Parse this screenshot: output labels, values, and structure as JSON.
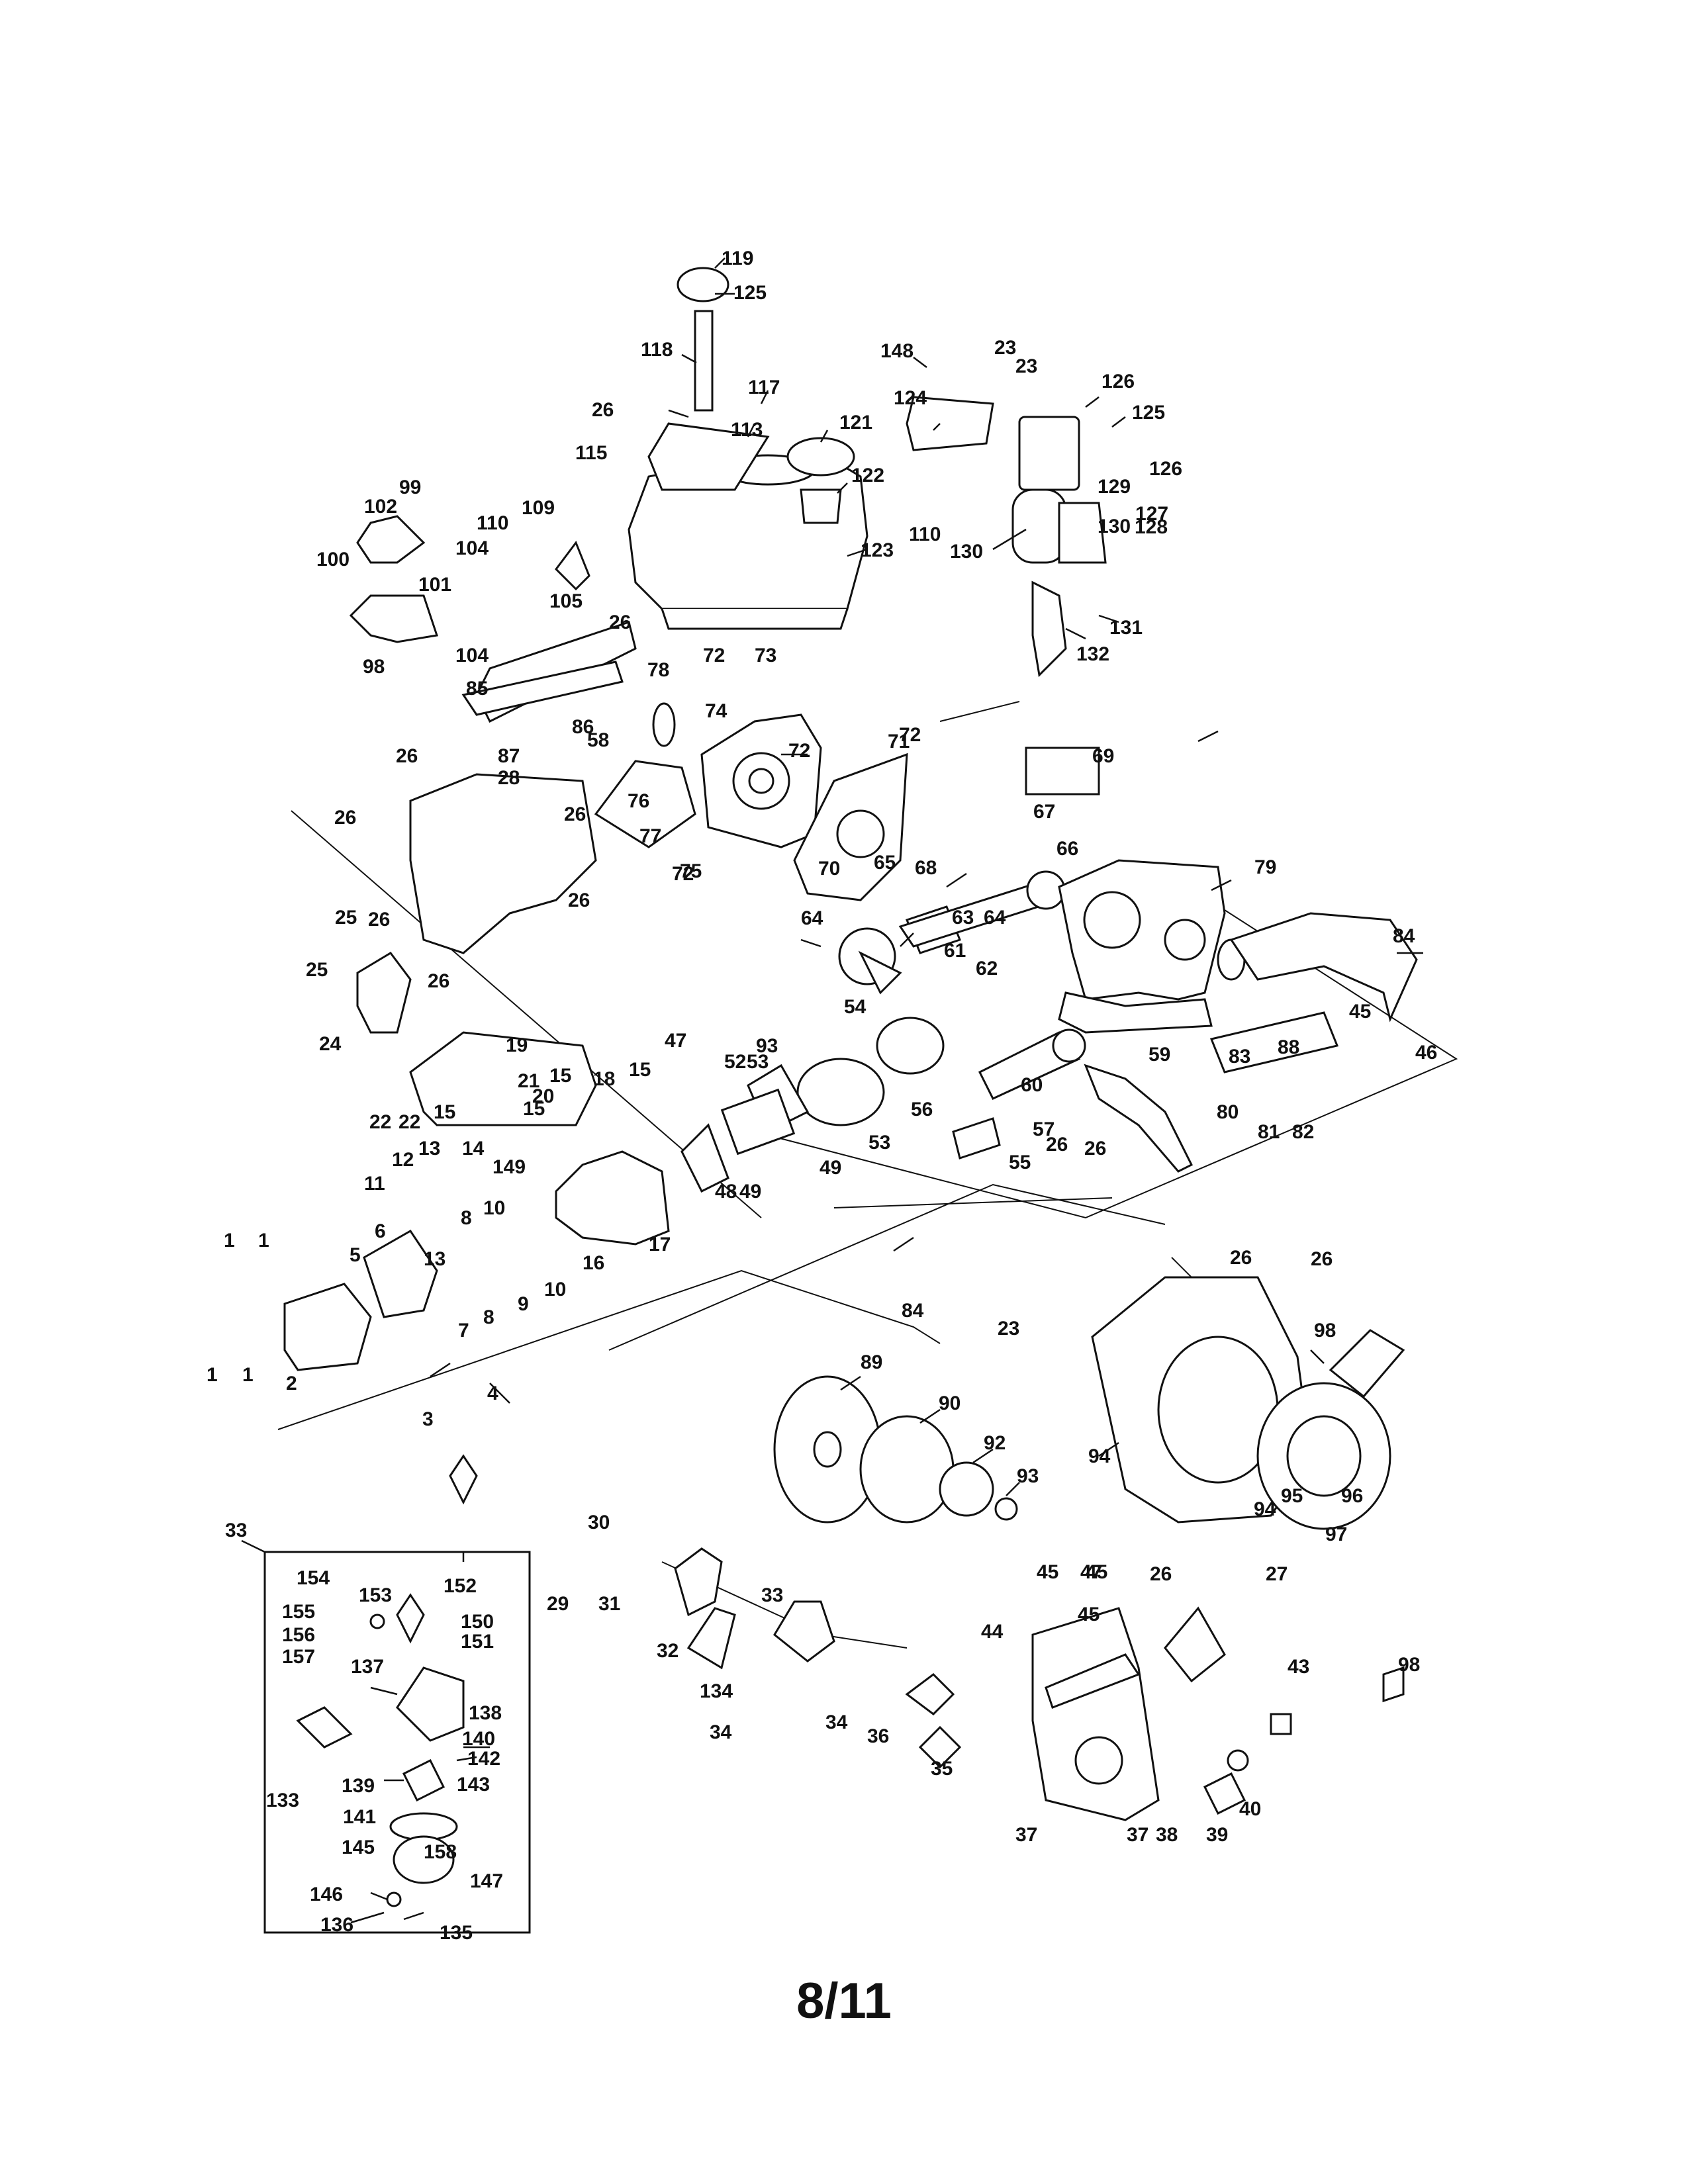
{
  "page_number": "8/11",
  "labels": [
    "1",
    "1",
    "1",
    "1",
    "2",
    "3",
    "4",
    "5",
    "6",
    "7",
    "8",
    "8",
    "9",
    "10",
    "10",
    "11",
    "12",
    "13",
    "13",
    "14",
    "15",
    "15",
    "15",
    "15",
    "16",
    "17",
    "18",
    "19",
    "20",
    "21",
    "22",
    "22",
    "23",
    "23",
    "23",
    "24",
    "25",
    "25",
    "26",
    "26",
    "26",
    "26",
    "26",
    "26",
    "26",
    "26",
    "26",
    "26",
    "26",
    "26",
    "26",
    "27",
    "28",
    "29",
    "30",
    "31",
    "32",
    "33",
    "33",
    "34",
    "34",
    "35",
    "36",
    "37",
    "37",
    "38",
    "39",
    "40",
    "43",
    "44",
    "45",
    "45",
    "45",
    "45",
    "46",
    "47",
    "47",
    "48",
    "49",
    "49",
    "52",
    "53",
    "53",
    "54",
    "55",
    "56",
    "57",
    "58",
    "59",
    "60",
    "61",
    "62",
    "63",
    "64",
    "64",
    "65",
    "66",
    "67",
    "68",
    "69",
    "70",
    "71",
    "72",
    "72",
    "72",
    "72",
    "73",
    "74",
    "75",
    "76",
    "77",
    "78",
    "79",
    "80",
    "81",
    "82",
    "83",
    "84",
    "84",
    "85",
    "86",
    "87",
    "88",
    "89",
    "90",
    "92",
    "93",
    "93",
    "94",
    "94",
    "95",
    "96",
    "97",
    "98",
    "98",
    "98",
    "99",
    "100",
    "101",
    "102",
    "104",
    "104",
    "105",
    "109",
    "110",
    "110",
    "113",
    "115",
    "117",
    "118",
    "119",
    "121",
    "122",
    "123",
    "124",
    "125",
    "125",
    "126",
    "126",
    "127",
    "128",
    "129",
    "130",
    "130",
    "131",
    "132",
    "133",
    "134",
    "135",
    "136",
    "137",
    "138",
    "139",
    "140",
    "141",
    "142",
    "143",
    "145",
    "146",
    "147",
    "148",
    "149",
    "150",
    "151",
    "152",
    "153",
    "154",
    "155",
    "156",
    "157",
    "158"
  ]
}
